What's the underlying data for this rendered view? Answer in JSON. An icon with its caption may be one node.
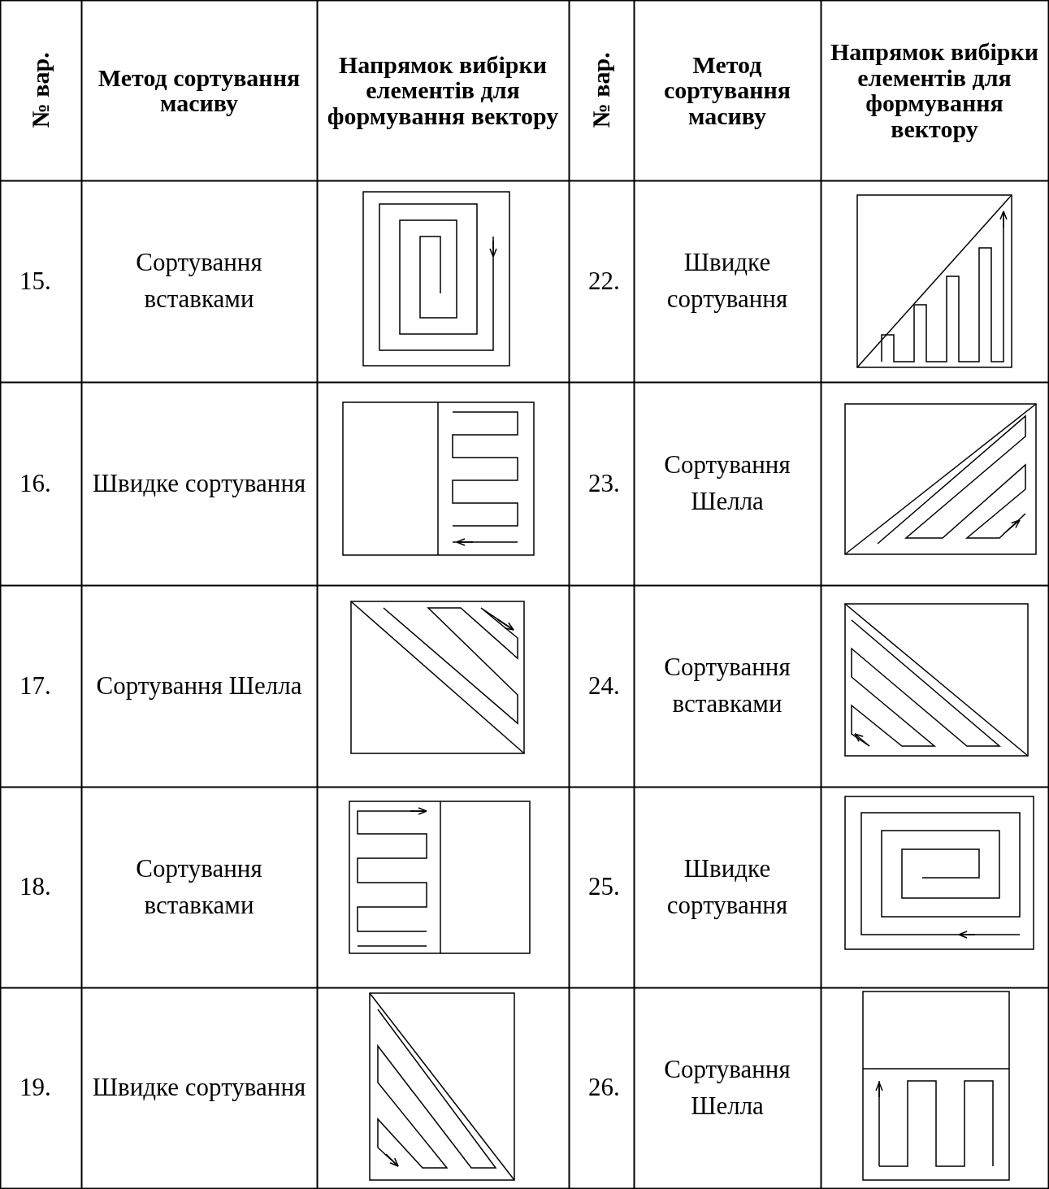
{
  "diagram": {
    "labels": [
      "№ вар.",
      "Метод сортування масиву",
      "Напрямок вибірки елементів для формування вектору",
      "№ вар.",
      "Метод сортування масиву",
      "Напрямок вибірки елементів для формування вектору",
      "15.",
      "Сортування вставками",
      "22.",
      "Швидке сортування",
      "16.",
      "Швидке сортування",
      "23.",
      "Сортування Шелла",
      "17.",
      "Сортування Шелла",
      "24.",
      "Сортування вставками",
      "18.",
      "Сортування вставками",
      "25.",
      "Швидке сортування",
      "19.",
      "Швидке сортування",
      "26.",
      "Сортування Шелла"
    ]
  }
}
